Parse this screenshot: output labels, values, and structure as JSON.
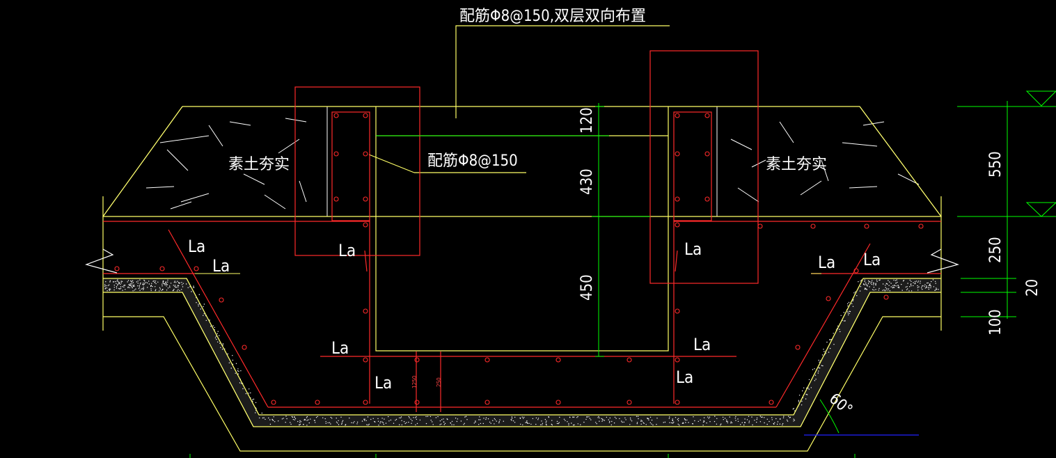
{
  "labels": {
    "top_note": "配筋Φ8@150,双层双向布置",
    "mid_note": "配筋Φ8@150",
    "soil_left": "素土夯实",
    "soil_right": "素土夯实",
    "anchorage": "La",
    "angle": "60°"
  },
  "dimensions": {
    "d120": "120",
    "d430": "430",
    "d450": "450",
    "d550": "550",
    "d250": "250",
    "d20": "20",
    "d100": "100",
    "small_1250": "1250",
    "small_250": "250"
  },
  "colors": {
    "background": "#000000",
    "outline": "#ffff66",
    "rebar": "#ff2a2a",
    "dimension": "#00ff00",
    "white_line": "#ffffff",
    "fill_dots": "#ffffff",
    "ground": "#2222ff"
  }
}
